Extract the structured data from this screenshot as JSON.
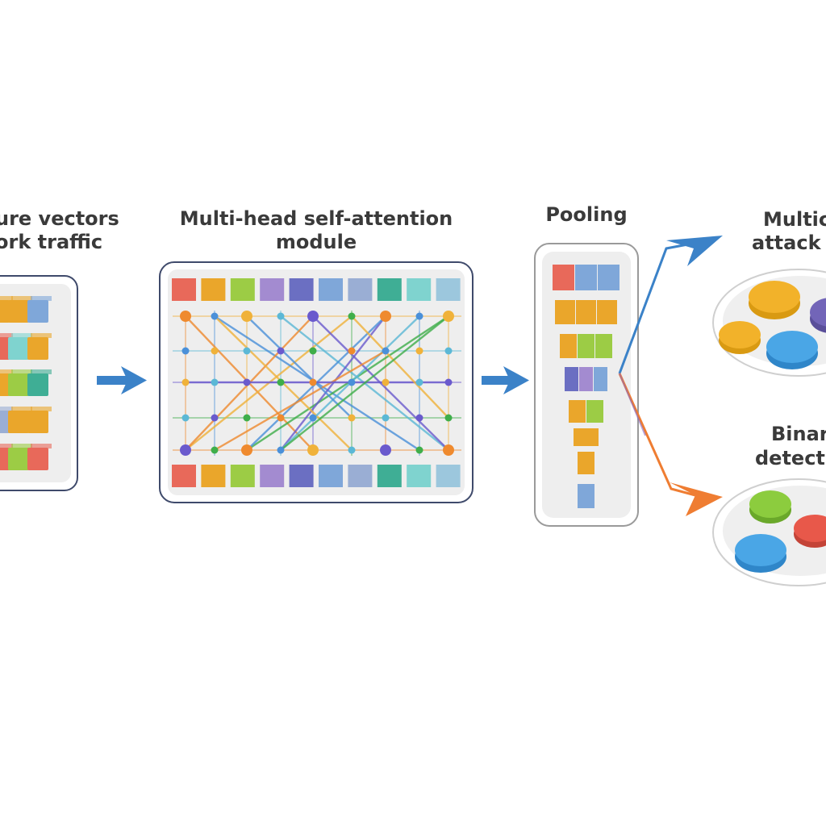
{
  "stages": {
    "input": {
      "title_line1": "ure vectors",
      "title_line2": "ork traffic"
    },
    "attention": {
      "title_line1": "Multi-head  self-attention",
      "title_line2": "module"
    },
    "pooling": {
      "title_line1": "Pooling"
    },
    "multiclass": {
      "title_line1": "Multic",
      "title_line2": "attack t"
    },
    "binary": {
      "title_line1": "Binar",
      "title_line2": "detecti"
    }
  },
  "colors": {
    "frame": "#3f4a6b",
    "panel": "#eeeeee",
    "arrow_blue": "#3b82c8",
    "arrow_orange": "#ef7d32",
    "token_palette": [
      "#e8695a",
      "#eaa62b",
      "#9ccc45",
      "#a38bd0",
      "#6b6fc2",
      "#7fa7d9",
      "#9aaed4",
      "#3fae95",
      "#7fd3cf",
      "#9cc7dd"
    ],
    "attention_lines": [
      "#ef8a2e",
      "#4a90d9",
      "#f0b23a",
      "#5bb8d6",
      "#6a5acd",
      "#3fae4a"
    ]
  },
  "icons": [
    "flow-arrow-icon",
    "split-arrow-icon"
  ]
}
